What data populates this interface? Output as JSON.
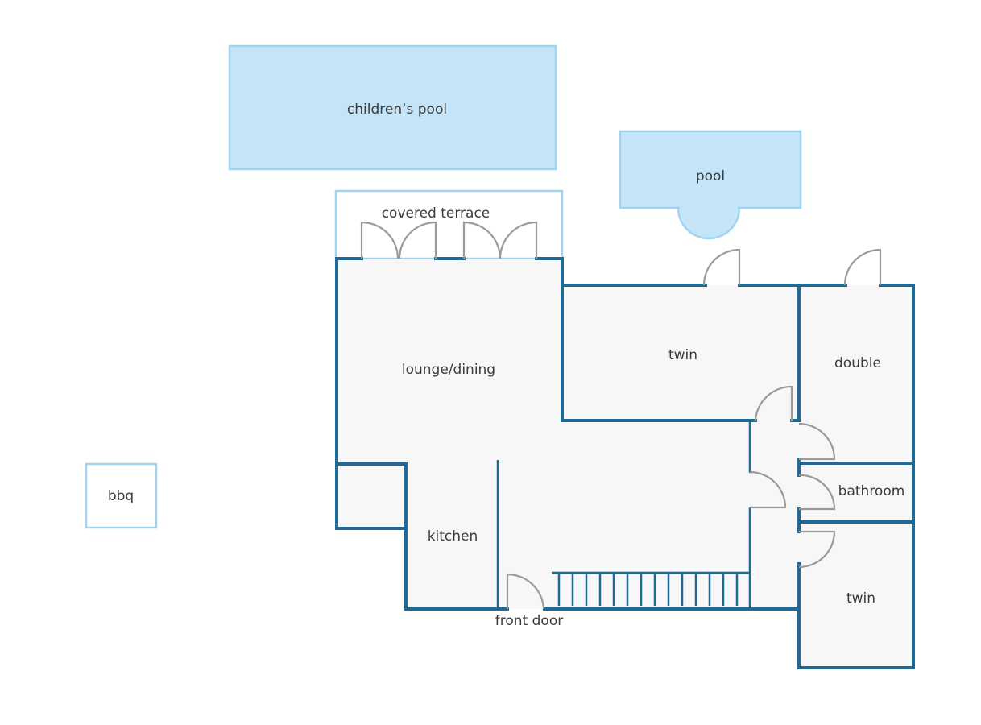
{
  "colors": {
    "wall": "#1e6a96",
    "floor": "#f7f7f7",
    "water": "#c4e5f8",
    "water_edge": "#9fd3f0",
    "door": "#9a9a9a",
    "text": "#3a3a3a"
  },
  "labels": {
    "childrens_pool": "children’s pool",
    "pool": "pool",
    "covered_terrace": "covered terrace",
    "lounge_dining": "lounge/dining",
    "twin_top": "twin",
    "double": "double",
    "bathroom": "bathroom",
    "kitchen": "kitchen",
    "twin_bottom": "twin",
    "front_door": "front door",
    "bbq": "bbq"
  }
}
